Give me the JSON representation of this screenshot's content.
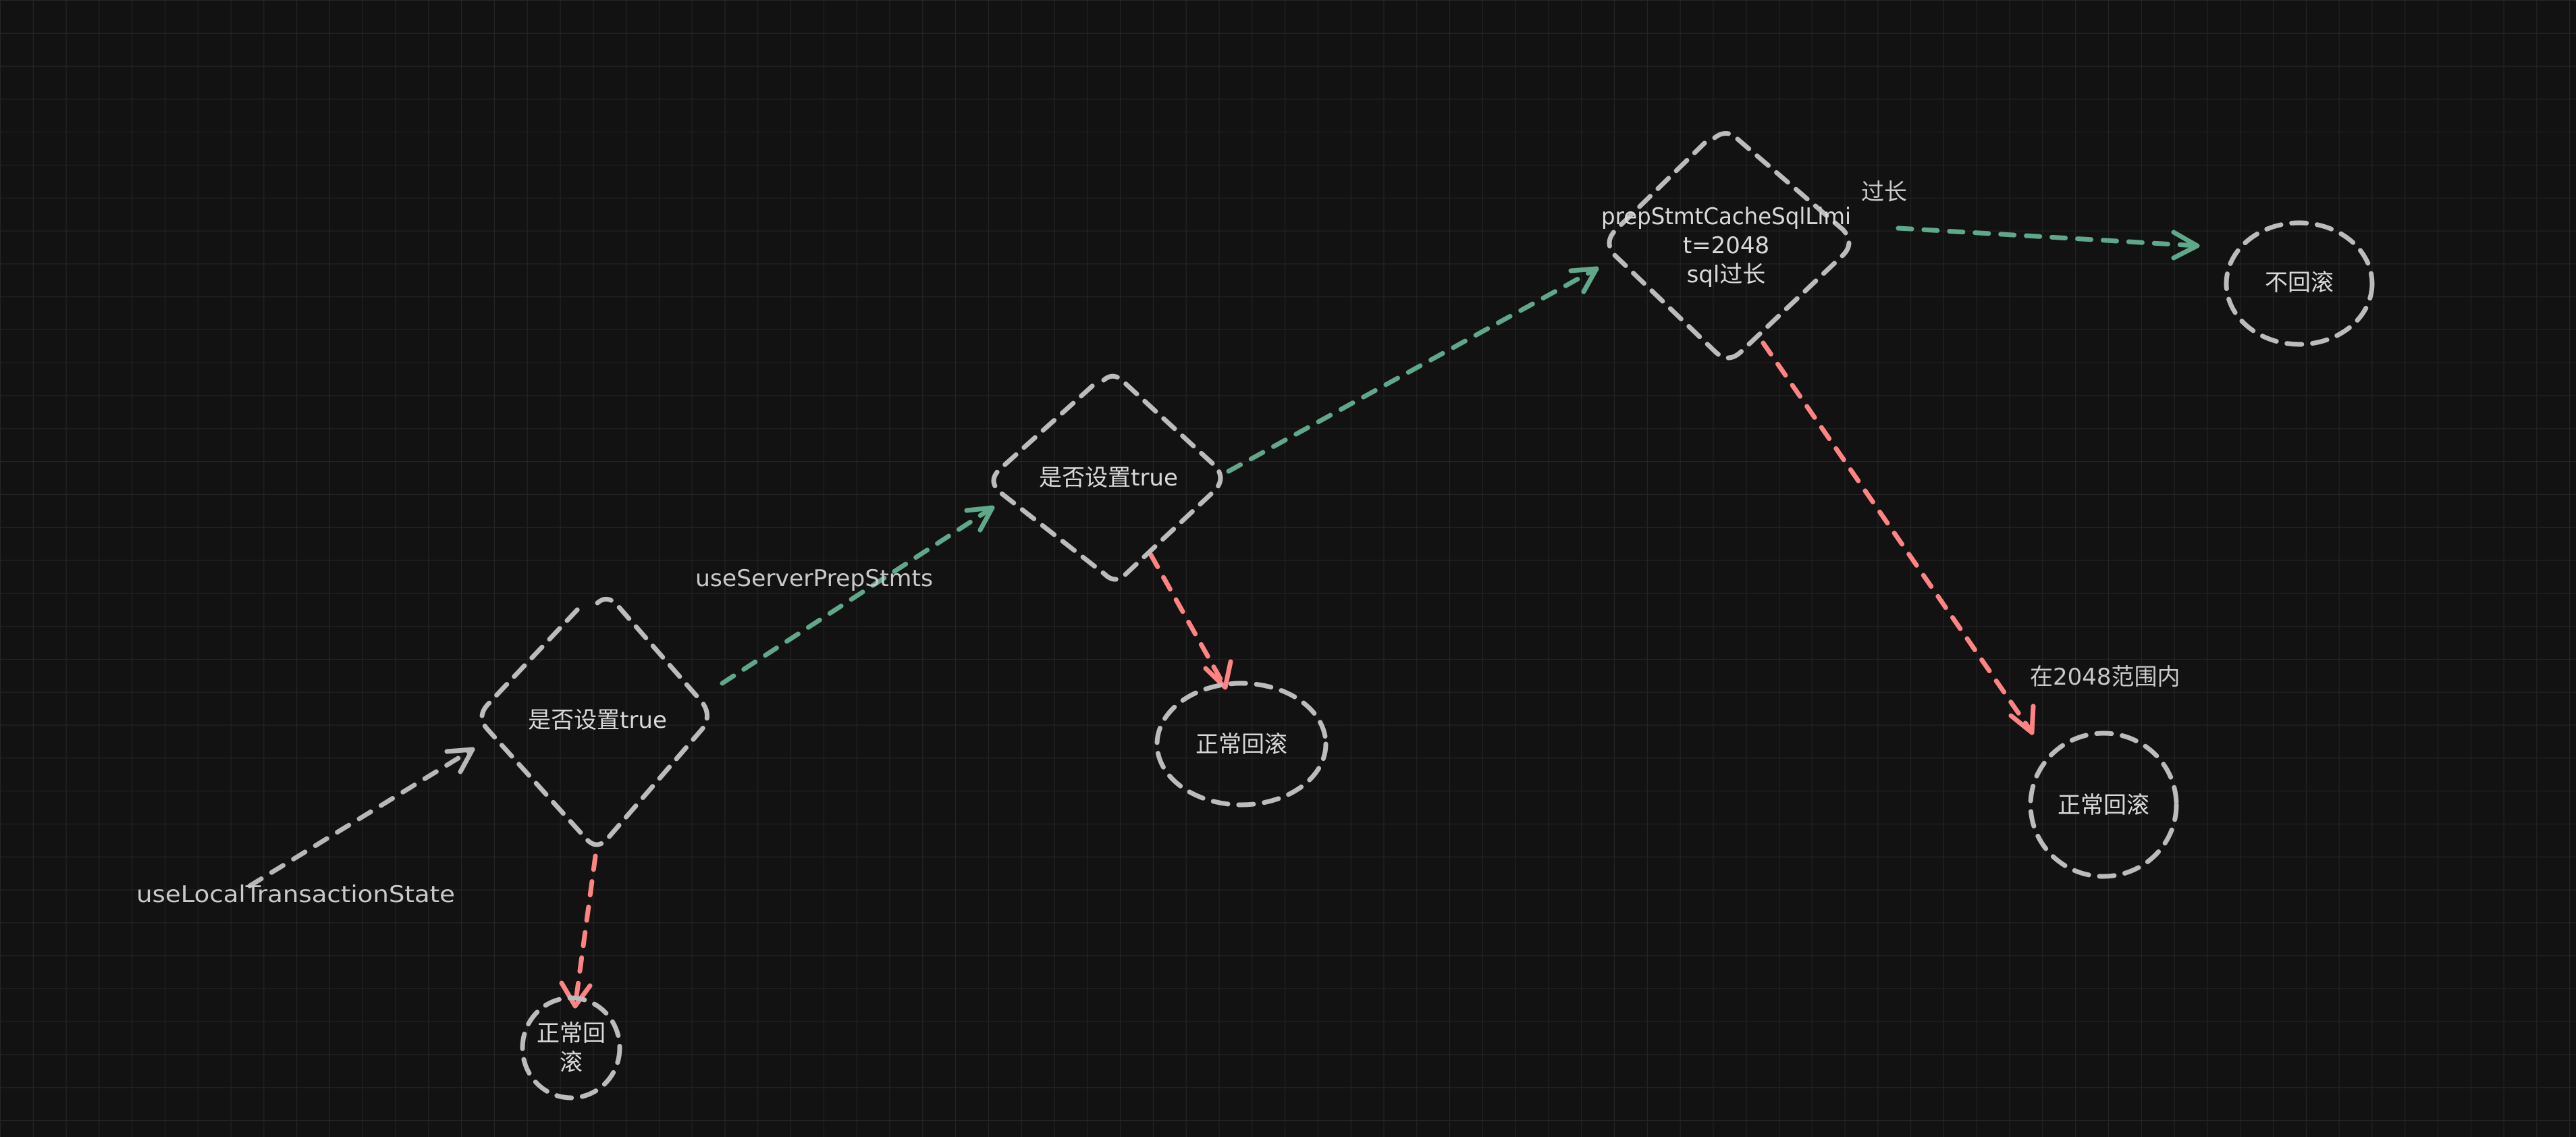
{
  "colors": {
    "background": "#121212",
    "grid": "#262626",
    "shape_stroke": "#bcbcbc",
    "edge_gray": "#b8b8b8",
    "edge_green": "#5fa88a",
    "edge_red": "#ff8383",
    "text": "#d8d8d8"
  },
  "nodes": {
    "decision1": {
      "text": "是否设置true"
    },
    "decision2": {
      "text": "是否设置true"
    },
    "decision3": {
      "line1": "prepStmtCacheSqlLimi",
      "line2": "t=2048",
      "line3": "sql过长"
    },
    "end1": {
      "line1": "正常回",
      "line2": "滚"
    },
    "end2": {
      "text": "正常回滚"
    },
    "end3": {
      "text": "不回滚"
    },
    "end4": {
      "text": "正常回滚"
    }
  },
  "labels": {
    "use_local_transaction_state": "useLocalTransactionState",
    "use_server_prep_stmts": "useServerPrepStmts",
    "too_long": "过长",
    "within_2048": "在2048范围内"
  }
}
